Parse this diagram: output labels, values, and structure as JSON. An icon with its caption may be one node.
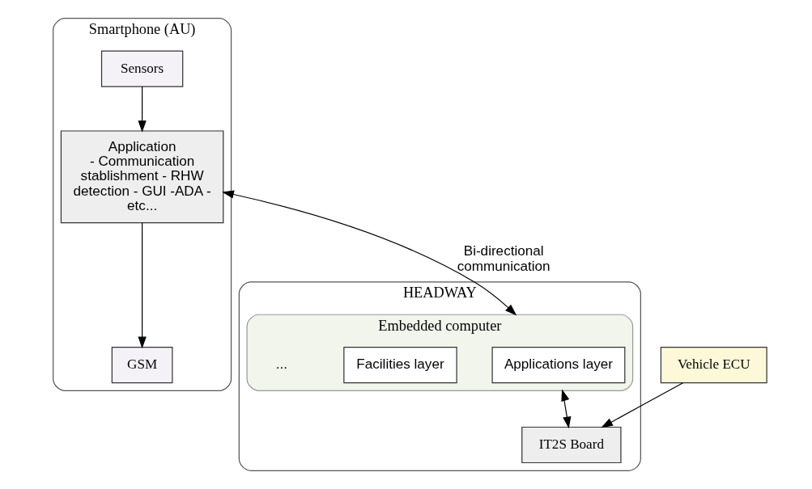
{
  "diagram": {
    "nodes": [
      {
        "text": [
          "Smartphone (AU)"
        ]
      },
      {
        "text": [
          "Sensors"
        ],
        "in": 0
      },
      {
        "text": [
          "Application",
          "- Communication stablishment - RHW detection - GUI -ADA - etc..."
        ],
        "in": 0
      },
      {
        "text": [
          "GSM"
        ],
        "in": 0
      },
      {
        "text": [
          "HEADWAY"
        ]
      },
      {
        "text": [
          "Embedded computer"
        ],
        "in": 4
      },
      {
        "text": [
          "Applications layer"
        ],
        "in": 5
      },
      {
        "text": [
          "Facilities layer"
        ],
        "in": 5
      },
      {
        "text": [
          "..."
        ],
        "in": 5
      },
      {
        "text": [
          "IT2S Board"
        ],
        "in": 4
      },
      {
        "text": [
          "Vehicle ECU"
        ]
      }
    ],
    "edges": [
      {
        "from": 1,
        "to": 2,
        "arrow": "to"
      },
      {
        "from": 2,
        "to": 3,
        "arrow": "to"
      },
      {
        "from": 2,
        "to": 5,
        "arrow": "both",
        "label": "Bi-directional communication"
      },
      {
        "from": 5,
        "to": 9,
        "arrow": "both"
      },
      {
        "from": 10,
        "to": 9,
        "arrow": "to"
      }
    ]
  }
}
